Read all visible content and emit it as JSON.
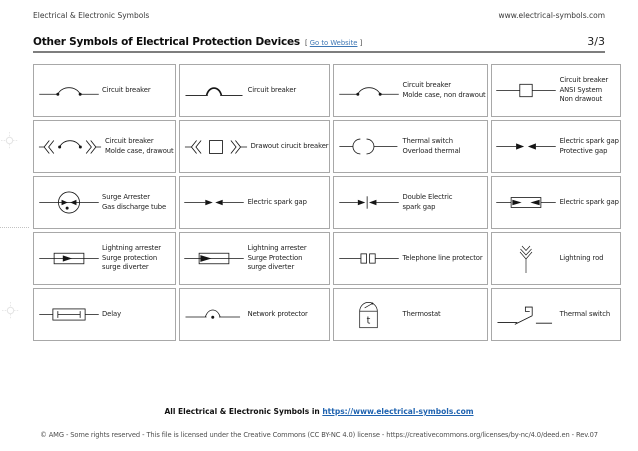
{
  "page": {
    "header_left": "Electrical & Electronic Symbols",
    "header_right": "www.electrical-symbols.com",
    "title": "Other Symbols of Electrical Protection Devices",
    "bracket_open": "[ ",
    "link_text": "Go to Website",
    "bracket_close": " ]",
    "page_number": "3/3"
  },
  "colors": {
    "link_blue": "#3d76b4",
    "footer_link_blue": "#1f63b0",
    "symbol_ink": "#151515",
    "cell_border": "#a8a8a8"
  },
  "table": {
    "columns": 4,
    "cells": [
      {
        "icon": "circuit-breaker-arc-dots",
        "label_lines": [
          "Circuit breaker"
        ]
      },
      {
        "icon": "circuit-breaker-arc-thick",
        "label_lines": [
          "Circuit breaker"
        ]
      },
      {
        "icon": "circuit-breaker-arc-dots",
        "label_lines": [
          "Circuit breaker",
          "Molde case, non drawout"
        ]
      },
      {
        "icon": "circuit-breaker-ansi-square",
        "label_lines": [
          "Circuit breaker",
          "ANSI System",
          "Non drawout"
        ]
      },
      {
        "icon": "circuit-breaker-drawout-molde",
        "label_lines": [
          "Circuit breaker",
          "Molde case, drawout"
        ]
      },
      {
        "icon": "drawout-circuit-breaker",
        "label_lines": [
          "Drawout cirucit breaker"
        ]
      },
      {
        "icon": "thermal-switch-overload",
        "label_lines": [
          "Thermal switch",
          "Overload thermal"
        ]
      },
      {
        "icon": "electric-spark-gap-protective",
        "label_lines": [
          "Electric spark gap",
          "Protective gap"
        ]
      },
      {
        "icon": "surge-arrester-gas-tube",
        "label_lines": [
          "Surge Arrester",
          "Gas discharge tube"
        ]
      },
      {
        "icon": "electric-spark-gap",
        "label_lines": [
          "Electric spark gap"
        ]
      },
      {
        "icon": "double-electric-spark-gap",
        "label_lines": [
          "Double Electric",
          "spark gap"
        ]
      },
      {
        "icon": "electric-spark-gap-box",
        "label_lines": [
          "Electric spark gap"
        ]
      },
      {
        "icon": "lightning-arrester-shaft",
        "label_lines": [
          "Lightning arrester",
          "Surge protection",
          "surge diverter"
        ]
      },
      {
        "icon": "lightning-arrester-wedge",
        "label_lines": [
          "Lightning arrester",
          "Surge Protection",
          "surge diverter"
        ]
      },
      {
        "icon": "telephone-line-protector",
        "label_lines": [
          "Telephone line protector"
        ]
      },
      {
        "icon": "lightning-rod",
        "label_lines": [
          "Lightning rod"
        ]
      },
      {
        "icon": "delay",
        "label_lines": [
          "Delay"
        ]
      },
      {
        "icon": "network-protector",
        "label_lines": [
          "Network protector"
        ]
      },
      {
        "icon": "thermostat",
        "label_lines": [
          "Thermostat"
        ],
        "letter": "t"
      },
      {
        "icon": "thermal-switch",
        "label_lines": [
          "Thermal switch"
        ]
      }
    ]
  },
  "footer": {
    "line1_prefix": "All Electrical & Electronic Symbols in ",
    "line1_link": "https://www.electrical-symbols.com",
    "copyright": "© AMG - Some rights reserved - This file is licensed under the Creative Commons (CC BY-NC 4.0) license - https://creativecommons.org/licenses/by-nc/4.0/deed.en - Rev.07"
  }
}
